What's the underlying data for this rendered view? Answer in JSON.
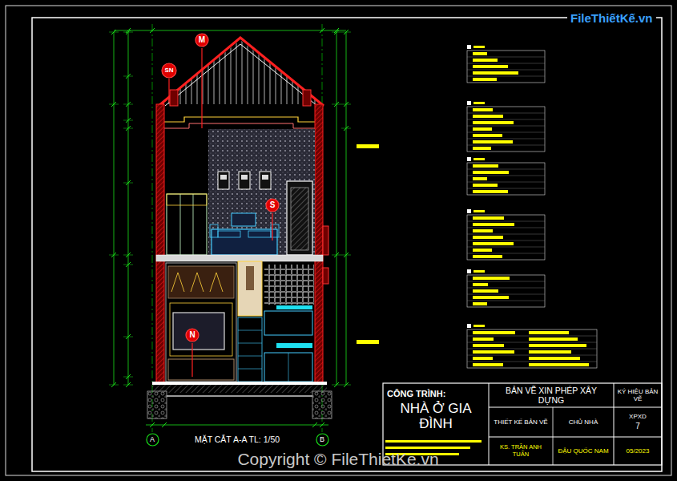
{
  "diagram": {
    "nodes": [
      {
        "text": [
          "CÔNG TRÌNH:",
          "NHÀ Ở GIA ĐÌNH"
        ]
      },
      {
        "text": [
          "BẢN VẼ XIN PHÉP XÂY DỰNG"
        ]
      },
      {
        "text": [
          "KÝ HIỆU BẢN VẼ"
        ]
      },
      {
        "text": [
          "THIẾT KẾ BẢN VẼ"
        ]
      },
      {
        "text": [
          "CHỦ NHÀ"
        ]
      },
      {
        "text": [
          "XPXD",
          "7"
        ]
      },
      {
        "text": [
          "KS. TRẦN ANH TUẤN"
        ]
      },
      {
        "text": [
          "ĐẬU QUỐC NAM"
        ]
      },
      {
        "text": [
          "05/2023"
        ]
      },
      {
        "text": [
          "M"
        ]
      },
      {
        "text": [
          "SN"
        ]
      },
      {
        "text": [
          "S"
        ]
      },
      {
        "text": [
          "N"
        ]
      },
      {
        "text": [
          "A"
        ]
      },
      {
        "text": [
          "B"
        ]
      }
    ],
    "edges": [],
    "labels": [
      "MẶT CẮT A-A TL: 1/50",
      "Copyright © FileThietKe.vn",
      "FileThiếtKế.vn"
    ]
  }
}
